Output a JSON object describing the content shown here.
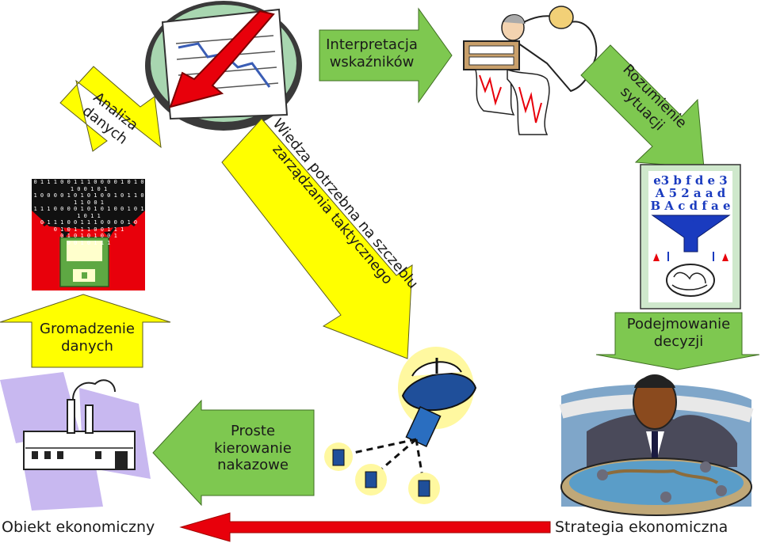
{
  "labels": {
    "analiza": "Analiza danych",
    "interpretacja": "Interpretacja wskaźników",
    "rozumienie": "Rozumienie sytuacji",
    "wiedza_line1": "Wiedza potrzebna na szczeblu",
    "wiedza_line2": "zarządzania taktycznego",
    "gromadzenie": "Gromadzenie danych",
    "podejmowanie": "Podejmowanie decyzji",
    "proste": "Proste kierowanie nakazowe",
    "obiekt": "Obiekt ekonomiczny",
    "strategia": "Strategia ekonomiczna"
  },
  "binary_lines": [
    "0 1 1 1  0 0 1 1 1  0 0 0 0 1  0 1  0 1  0 0 1  0 1",
    "1  0 0 0 0 1  0 1  0 1  0 0 1  0 1 1  0 1 1  0 0 1",
    "1 1 1  0 0 0 0 1  0 1  0 1  0 0 1  0 1 1  0 1 1",
    "0 1 1 1  0 0 1 1 1  0 0 0 0 1  0",
    "0 1  0 1 1 1  0 0 1 1 1",
    "0 1  0 1  0 1  0 0 1",
    "0 0 1  0 1 1 1"
  ],
  "funnel_text": "e3 b f d e 3 A 5 2 a a d B A c d f a e c",
  "colors": {
    "yellow": "#ffff00",
    "green": "#7ec850",
    "red": "#e8000b",
    "dark_red": "#cc1111"
  }
}
